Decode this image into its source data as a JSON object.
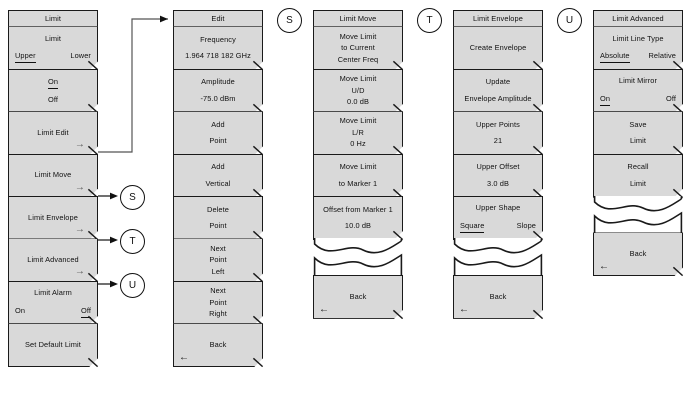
{
  "meta": {
    "colors": {
      "key_fill": "#d9d9d9",
      "key_border": "#1a1a1a",
      "page_bg": "#ffffff",
      "arrow_grey": "#555555"
    }
  },
  "tokens": [
    {
      "label": "S",
      "name": "connector-token-s"
    },
    {
      "label": "T",
      "name": "connector-token-t"
    },
    {
      "label": "U",
      "name": "connector-token-u"
    }
  ],
  "columns": [
    {
      "id": "limit",
      "header": "Limit",
      "keys": [
        {
          "type": "choice",
          "title": "Limit",
          "options": [
            "Upper",
            "Lower"
          ],
          "selected": "Upper"
        },
        {
          "type": "stack",
          "lines": [
            "On",
            "Off"
          ],
          "selected": "On"
        },
        {
          "type": "submenu",
          "lines": [
            "Limit Edit"
          ],
          "arrow": "→"
        },
        {
          "type": "submenu",
          "lines": [
            "Limit Move"
          ],
          "arrow": "→"
        },
        {
          "type": "submenu",
          "lines": [
            "Limit Envelope"
          ],
          "arrow": "→"
        },
        {
          "type": "submenu",
          "lines": [
            "Limit Advanced"
          ],
          "arrow": "→"
        },
        {
          "type": "choice",
          "title": "Limit Alarm",
          "options": [
            "On",
            "Off"
          ],
          "selected": "Off"
        },
        {
          "type": "plain",
          "lines": [
            "Set Default Limit"
          ]
        }
      ]
    },
    {
      "id": "edit",
      "header": "Edit",
      "keys": [
        {
          "type": "plain",
          "lines": [
            "Frequency",
            "1.964 718 182 GHz"
          ]
        },
        {
          "type": "plain",
          "lines": [
            "Amplitude",
            "-75.0 dBm"
          ]
        },
        {
          "type": "plain",
          "lines": [
            "Add",
            "Point"
          ]
        },
        {
          "type": "plain",
          "lines": [
            "Add",
            "Vertical"
          ]
        },
        {
          "type": "plain",
          "lines": [
            "Delete",
            "Point"
          ]
        },
        {
          "type": "triple",
          "lines": [
            "Next",
            "Point",
            "Left"
          ]
        },
        {
          "type": "triple",
          "lines": [
            "Next",
            "Point",
            "Right"
          ]
        },
        {
          "type": "back",
          "lines": [
            "Back"
          ],
          "arrow": "←"
        }
      ]
    },
    {
      "id": "limit-move",
      "header": "Limit Move",
      "keys": [
        {
          "type": "triple",
          "lines": [
            "Move Limit",
            "to Current",
            "Center Freq"
          ]
        },
        {
          "type": "triple",
          "lines": [
            "Move Limit",
            "U/D",
            "0.0 dB"
          ]
        },
        {
          "type": "triple",
          "lines": [
            "Move Limit",
            "L/R",
            "0 Hz"
          ]
        },
        {
          "type": "plain",
          "lines": [
            "Move Limit",
            "to Marker 1"
          ]
        },
        {
          "type": "plain",
          "lines": [
            "Offset from Marker 1",
            "10.0 dB"
          ]
        },
        {
          "type": "wave"
        },
        {
          "type": "back",
          "lines": [
            "Back"
          ],
          "arrow": "←"
        }
      ]
    },
    {
      "id": "limit-envelope",
      "header": "Limit Envelope",
      "keys": [
        {
          "type": "single",
          "lines": [
            "Create Envelope"
          ]
        },
        {
          "type": "plain",
          "lines": [
            "Update",
            "Envelope Amplitude"
          ]
        },
        {
          "type": "plain",
          "lines": [
            "Upper Points",
            "21"
          ]
        },
        {
          "type": "plain",
          "lines": [
            "Upper Offset",
            "3.0 dB"
          ]
        },
        {
          "type": "choice",
          "title": "Upper Shape",
          "options": [
            "Square",
            "Slope"
          ],
          "selected": "Square"
        },
        {
          "type": "wave"
        },
        {
          "type": "back",
          "lines": [
            "Back"
          ],
          "arrow": "←"
        }
      ]
    },
    {
      "id": "limit-advanced",
      "header": "Limit Advanced",
      "keys": [
        {
          "type": "choice",
          "title": "Limit Line Type",
          "options": [
            "Absolute",
            "Relative"
          ],
          "selected": "Absolute"
        },
        {
          "type": "choice",
          "title": "Limit Mirror",
          "options": [
            "On",
            "Off"
          ],
          "selected": "On"
        },
        {
          "type": "plain",
          "lines": [
            "Save",
            "Limit"
          ]
        },
        {
          "type": "plain",
          "lines": [
            "Recall",
            "Limit"
          ]
        },
        {
          "type": "wave"
        },
        {
          "type": "back",
          "lines": [
            "Back"
          ],
          "arrow": "←"
        }
      ]
    }
  ]
}
